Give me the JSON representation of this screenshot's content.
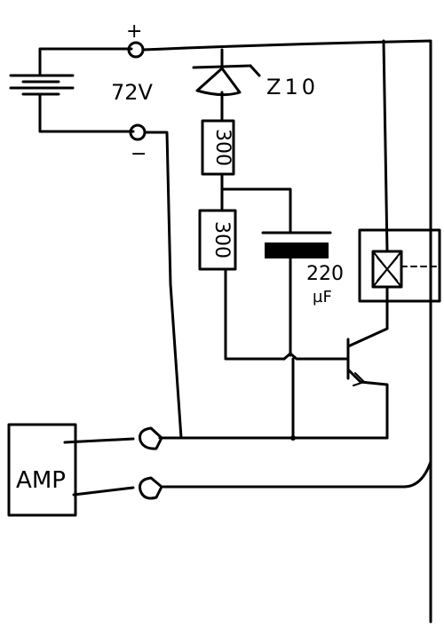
{
  "battery": {
    "plus_sign": "+",
    "minus_sign": "−",
    "voltage": "72V"
  },
  "zener": {
    "label": "Z10"
  },
  "resistor_top": {
    "label": "300"
  },
  "resistor_bottom": {
    "label": "300"
  },
  "capacitor": {
    "value": "220",
    "unit": "µF"
  },
  "amp": {
    "label": "AMP"
  }
}
